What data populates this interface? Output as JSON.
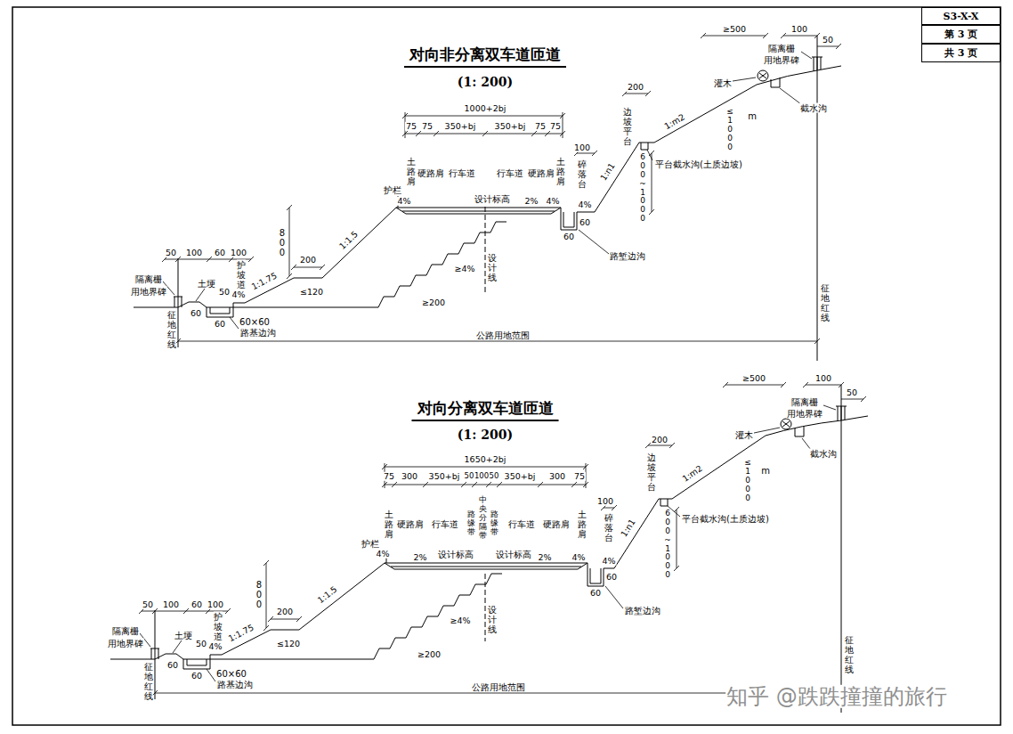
{
  "diagram": {
    "nodes": [
      {
        "text": [
          "S3-X-X"
        ]
      },
      {
        "text": [
          "第 3 页"
        ]
      },
      {
        "text": [
          "共 3 页"
        ]
      }
    ],
    "labels": [
      "对向非分离双车道匝道",
      "(1: 200)",
      "≥500",
      "100",
      "50",
      "隔离栅",
      "用地界碑",
      "灌木",
      "截水沟",
      "200",
      "边坡平台",
      "1:m2",
      "m",
      "≤1000",
      "1000+2bj",
      "75",
      "75",
      "350+bj",
      "350+bj",
      "75",
      "75",
      "100",
      "碎落台",
      "1:n1",
      "平台截水沟(土质边坡)",
      "600~1000",
      "土路肩",
      "硬路肩",
      "行车道",
      "行车道",
      "硬路肩",
      "土路肩",
      "护栏",
      "4%",
      "设计标高",
      "2%",
      "4%",
      "4%",
      "60",
      "60",
      "路堑边沟",
      "800",
      "200",
      "1:1.5",
      "1:1.75",
      "≤120",
      "≥4%",
      "设计线",
      "≥200",
      "50",
      "100",
      "60",
      "100",
      "隔离栅",
      "用地界碑",
      "土埂",
      "50",
      "护坡道",
      "4%",
      "60",
      "60",
      "60×60",
      "路基边沟",
      "征地红线",
      "公路用地范围",
      "征地红线",
      "对向分离双车道匝道",
      "(1: 200)",
      "≥500",
      "100",
      "50",
      "隔离栅",
      "用地界碑",
      "灌木",
      "截水沟",
      "200",
      "边坡平台",
      "1:m2",
      "m",
      "≤1000",
      "1650+2bj",
      "75",
      "300",
      "350+bj",
      "50",
      "100",
      "50",
      "350+bj",
      "300",
      "75",
      "土路肩",
      "硬路肩",
      "行车道",
      "路缘带",
      "中央分隔带",
      "路缘带",
      "行车道",
      "硬路肩",
      "土路肩",
      "护栏",
      "4%",
      "2%",
      "设计标高",
      "设计标高",
      "2%",
      "4%",
      "4%",
      "100",
      "碎落台",
      "1:n1",
      "平台截水沟(土质边坡)",
      "600~1000",
      "60",
      "60",
      "路堑边沟",
      "800",
      "200",
      "1:1.5",
      "1:1.75",
      "≤120",
      "≥4%",
      "设计线",
      "≥200",
      "50",
      "100",
      "60",
      "100",
      "隔离栅",
      "用地界碑",
      "土埂",
      "50",
      "护坡道",
      "4%",
      "60",
      "60",
      "60×60",
      "路基边沟",
      "征地红线",
      "公路用地范围",
      "征地红线",
      "知乎 @跌跌撞撞的旅行"
    ]
  }
}
